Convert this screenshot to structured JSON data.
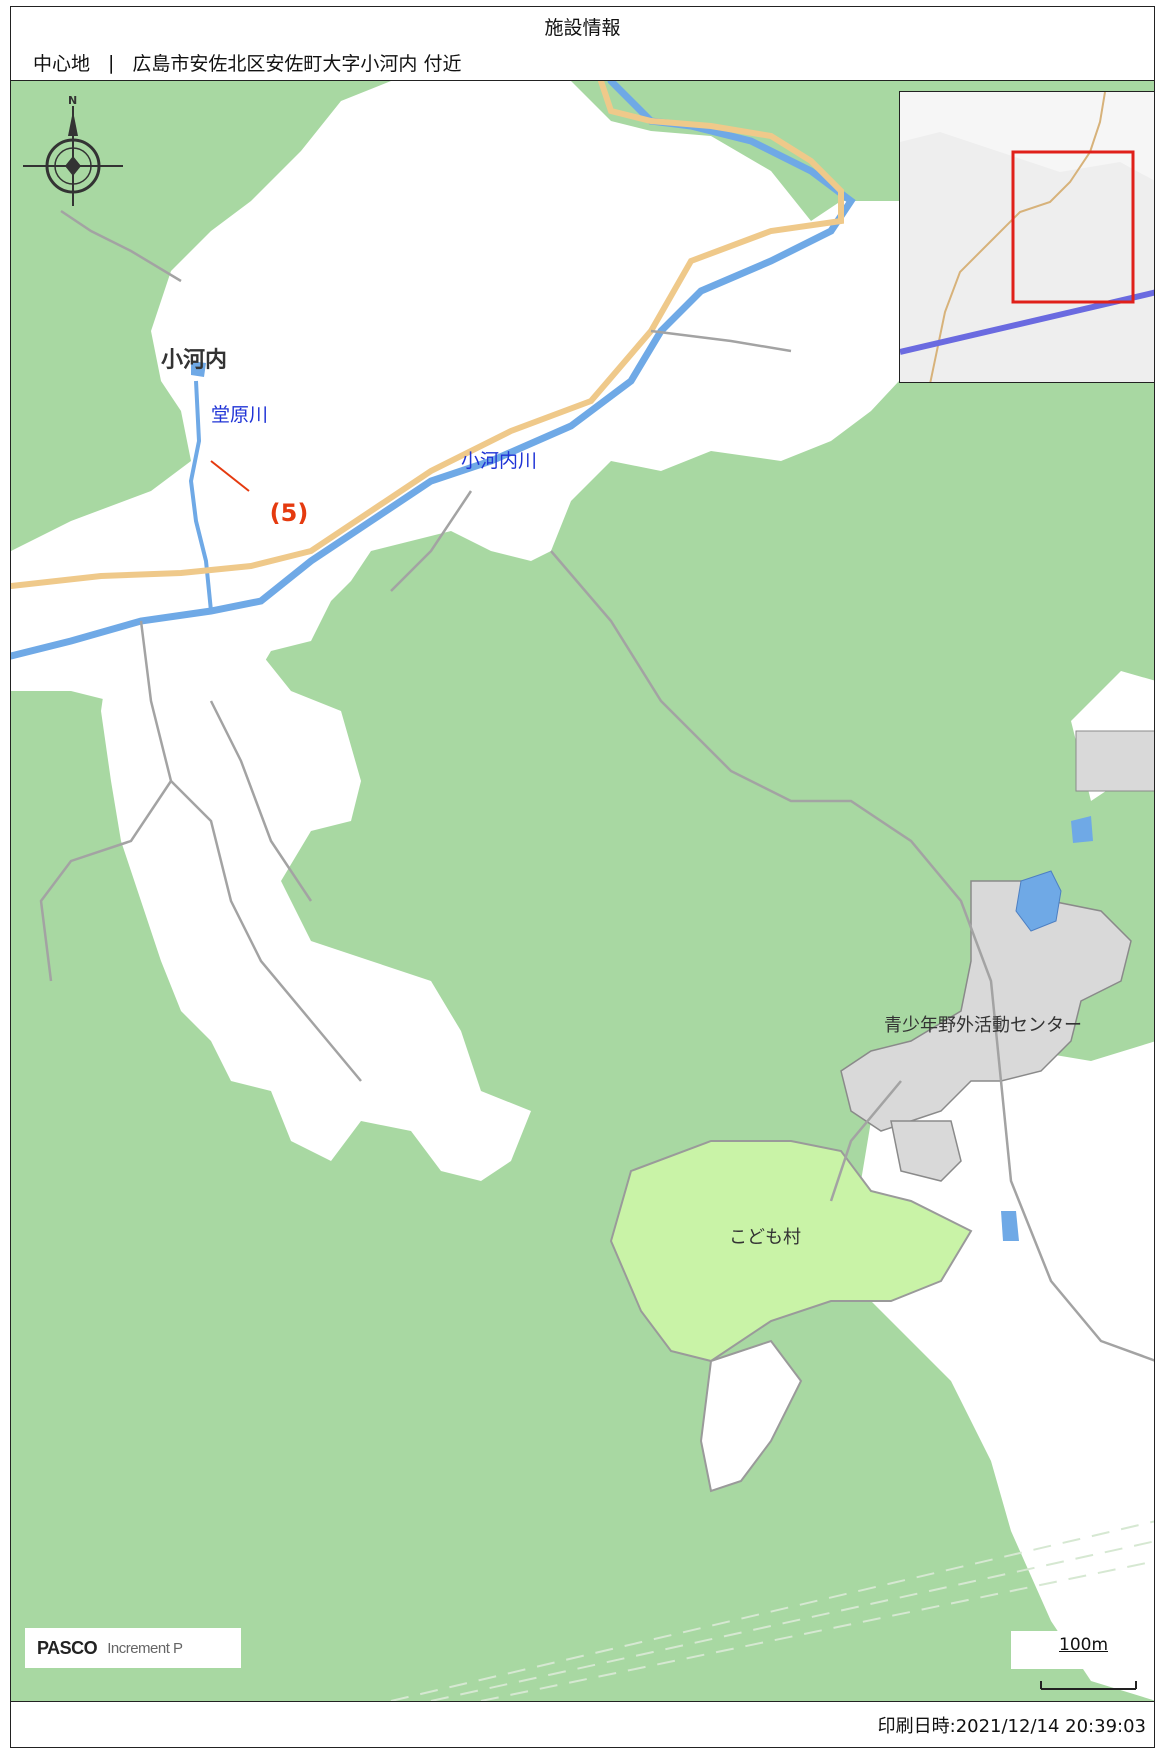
{
  "header": {
    "title": "施設情報"
  },
  "location": {
    "label": "中心地",
    "separator": "|",
    "address": "広島市安佐北区安佐町大字小河内 付近"
  },
  "map": {
    "labels": {
      "district": "小河内",
      "river_dohara": "堂原川",
      "river_kogochi": "小河内川",
      "youth_center": "青少年野外活動センター",
      "children_village": "こども村"
    },
    "callout": "(5)",
    "compass_letter": "N",
    "scale_label": "100m",
    "attribution": {
      "pasco": "PASCO",
      "increment": "Increment P"
    },
    "colors": {
      "forest": "#a8d8a2",
      "land": "#ffffff",
      "water": "#6fa9e6",
      "main_road": "#efc98a",
      "park": "#c9f3a7",
      "facility": "#d9d9d9",
      "callout_text": "#e53a0f",
      "river_label": "#1f33d6",
      "inset_frame": "#e0201a",
      "inset_rail": "#6a6ae0"
    }
  },
  "footer": {
    "printed": "印刷日時:2021/12/14 20:39:03"
  }
}
